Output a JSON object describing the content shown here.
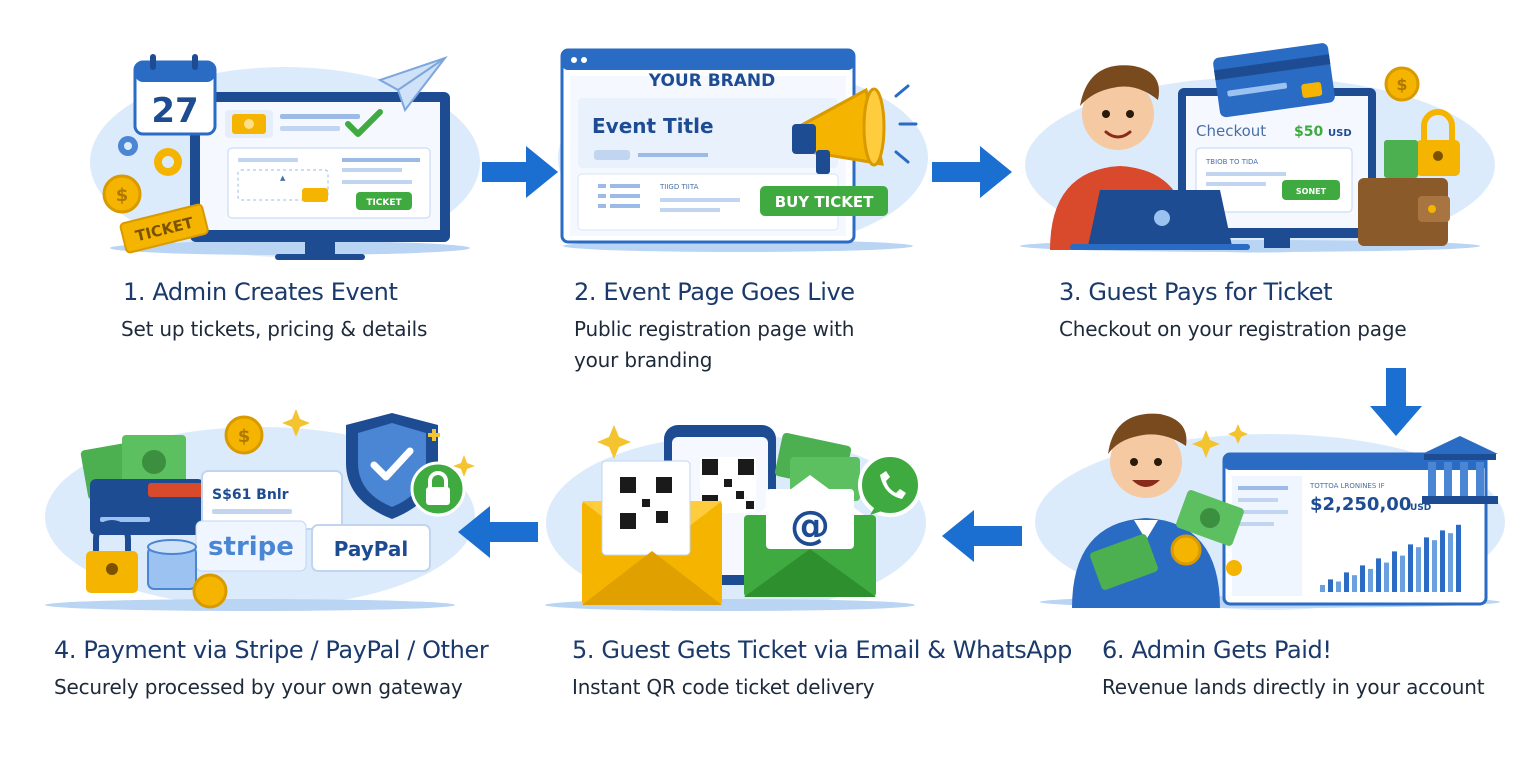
{
  "colors": {
    "title": "#1b3a6b",
    "arrow": "#1a6fd1",
    "blob": "#dcebfb",
    "screen_blue": "#1d4c93",
    "money_green": "#4caf50",
    "coin_gold": "#f4b400"
  },
  "steps": [
    {
      "title": "1. Admin Creates Event",
      "desc": "Set up tickets, pricing & details",
      "illustration": {
        "calendar_day": "27",
        "ticket_stub": "TICKET",
        "button": "TICKET",
        "icons": [
          "calendar-icon",
          "paper-plane-icon",
          "gear-icon",
          "coin-icon",
          "check-icon",
          "ticket-icon"
        ]
      }
    },
    {
      "title": "2. Event Page Goes Live",
      "desc": "Public registration page with your branding",
      "illustration": {
        "brand": "YOUR BRAND",
        "event_title": "Event Title",
        "small_text": "TIIGD TIITA",
        "button": "BUY TICKET",
        "icons": [
          "megaphone-icon"
        ]
      }
    },
    {
      "title": "3. Guest Pays for Ticket",
      "desc": "Checkout on your registration page",
      "illustration": {
        "checkout_label": "Checkout",
        "price": "$50",
        "currency": "USD",
        "line_text": "TBIOB TO TIDA",
        "button": "SONET",
        "icons": [
          "credit-card-icon",
          "coin-icon",
          "lock-icon",
          "wallet-icon",
          "laptop-icon"
        ]
      }
    },
    {
      "title": "4. Payment via Stripe / PayPal / Other",
      "desc": "Securely processed by your own gateway",
      "illustration": {
        "card_text": "S$61 Bnlr",
        "stripe": "stripe",
        "paypal": "PayPal",
        "icons": [
          "cash-icon",
          "credit-card-icon",
          "shield-check-icon",
          "lock-icon",
          "coin-icon",
          "sparkle-icon"
        ]
      }
    },
    {
      "title": "5. Guest Gets Ticket via Email & WhatsApp",
      "desc": "Instant QR code ticket delivery",
      "illustration": {
        "icons": [
          "qr-code-icon",
          "phone-icon",
          "envelope-icon",
          "at-icon",
          "whatsapp-icon",
          "cash-icon",
          "sparkle-icon"
        ]
      }
    },
    {
      "title": "6. Admin Gets Paid!",
      "desc": "Revenue lands directly in your account",
      "illustration": {
        "earnings_label": "TOTTOA LRONINES IF",
        "amount": "$2,250,00",
        "currency": "USD",
        "chart_bars": [
          0.1,
          0.18,
          0.15,
          0.28,
          0.24,
          0.38,
          0.33,
          0.48,
          0.42,
          0.58,
          0.52,
          0.68,
          0.64,
          0.78,
          0.74,
          0.88,
          0.84,
          0.96
        ],
        "icons": [
          "bank-icon",
          "cash-icon",
          "coin-icon",
          "bar-chart-icon",
          "sparkle-icon"
        ]
      }
    }
  ],
  "arrows": [
    {
      "from": 1,
      "to": 2,
      "direction": "right"
    },
    {
      "from": 2,
      "to": 3,
      "direction": "right"
    },
    {
      "from": 3,
      "to": 6,
      "direction": "down"
    },
    {
      "from": 6,
      "to": 5,
      "direction": "left"
    },
    {
      "from": 5,
      "to": 4,
      "direction": "left"
    }
  ]
}
